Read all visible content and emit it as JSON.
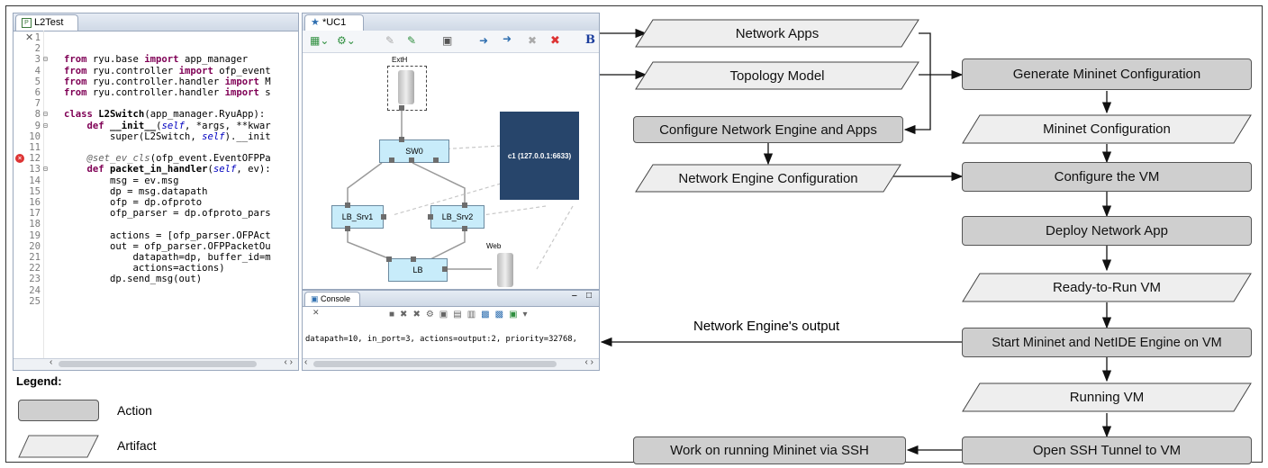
{
  "editor": {
    "tab_title": "L2Test",
    "lines": [
      {
        "n": "1",
        "html": ""
      },
      {
        "n": "2",
        "html": ""
      },
      {
        "n": "3",
        "html": "<span class='kw'>from</span> ryu.base <span class='kw'>import</span> app_manager"
      },
      {
        "n": "4",
        "html": "<span class='kw'>from</span> ryu.controller <span class='kw'>import</span> ofp_event"
      },
      {
        "n": "5",
        "html": "<span class='kw'>from</span> ryu.controller.handler <span class='kw'>import</span> M"
      },
      {
        "n": "6",
        "html": "<span class='kw'>from</span> ryu.controller.handler <span class='kw'>import</span> s"
      },
      {
        "n": "7",
        "html": ""
      },
      {
        "n": "8",
        "html": "<span class='kw'>class</span> <b>L2Switch</b>(app_manager.RyuApp):"
      },
      {
        "n": "9",
        "html": "    <span class='kw'>def</span> <b>__init__</b>(<span class='slf'>self</span>, *args, **kwar"
      },
      {
        "n": "10",
        "html": "        super(L2Switch, <span class='slf'>self</span>).__init"
      },
      {
        "n": "11",
        "html": ""
      },
      {
        "n": "12",
        "html": "    <span class='dec'>@set_ev_cls</span>(ofp_event.EventOFPPa"
      },
      {
        "n": "13",
        "html": "    <span class='kw'>def</span> <b>packet_in_handler</b>(<span class='slf'>self</span>, ev):"
      },
      {
        "n": "14",
        "html": "        msg = ev.msg"
      },
      {
        "n": "15",
        "html": "        dp = msg.datapath"
      },
      {
        "n": "16",
        "html": "        ofp = dp.ofproto"
      },
      {
        "n": "17",
        "html": "        ofp_parser = dp.ofproto_pars"
      },
      {
        "n": "18",
        "html": ""
      },
      {
        "n": "19",
        "html": "        actions = [ofp_parser.OFPAct"
      },
      {
        "n": "20",
        "html": "        out = ofp_parser.OFPPacketOu"
      },
      {
        "n": "21",
        "html": "            datapath=dp, buffer_id=m"
      },
      {
        "n": "22",
        "html": "            actions=actions)"
      },
      {
        "n": "23",
        "html": "        dp.send_msg(out)"
      },
      {
        "n": "24",
        "html": ""
      },
      {
        "n": "25",
        "html": ""
      }
    ]
  },
  "model": {
    "tab_title": "*UC1",
    "nodes": {
      "exth": "ExtH",
      "sw0": "SW0",
      "controller": "c1 (127.0.0.1:6633)",
      "lb_srv1": "LB_Srv1",
      "lb_srv2": "LB_Srv2",
      "lb": "LB",
      "web": "Web"
    }
  },
  "console": {
    "tab_title": "Console",
    "output": "datapath=10, in_port=3, actions=output:2, priority=32768,"
  },
  "legend": {
    "title": "Legend:",
    "action": "Action",
    "artifact": "Artifact"
  },
  "flow": {
    "network_apps": "Network Apps",
    "topology_model": "Topology Model",
    "configure_engine": "Configure Network Engine and Apps",
    "engine_config": "Network Engine Configuration",
    "generate_mininet": "Generate Mininet Configuration",
    "mininet_config": "Mininet Configuration",
    "configure_vm": "Configure the VM",
    "deploy_app": "Deploy Network App",
    "ready_vm": "Ready-to-Run VM",
    "start_mininet": "Start Mininet and NetIDE Engine on VM",
    "running_vm": "Running VM",
    "open_ssh": "Open SSH Tunnel to VM",
    "work_ssh": "Work on running Mininet via SSH",
    "engine_output": "Network Engine's output"
  },
  "colors": {
    "action_fill": "#cfcfcf",
    "artifact_fill": "#eeeeee",
    "node_fill": "#c8ecfa",
    "controller_fill": "#27456b"
  }
}
